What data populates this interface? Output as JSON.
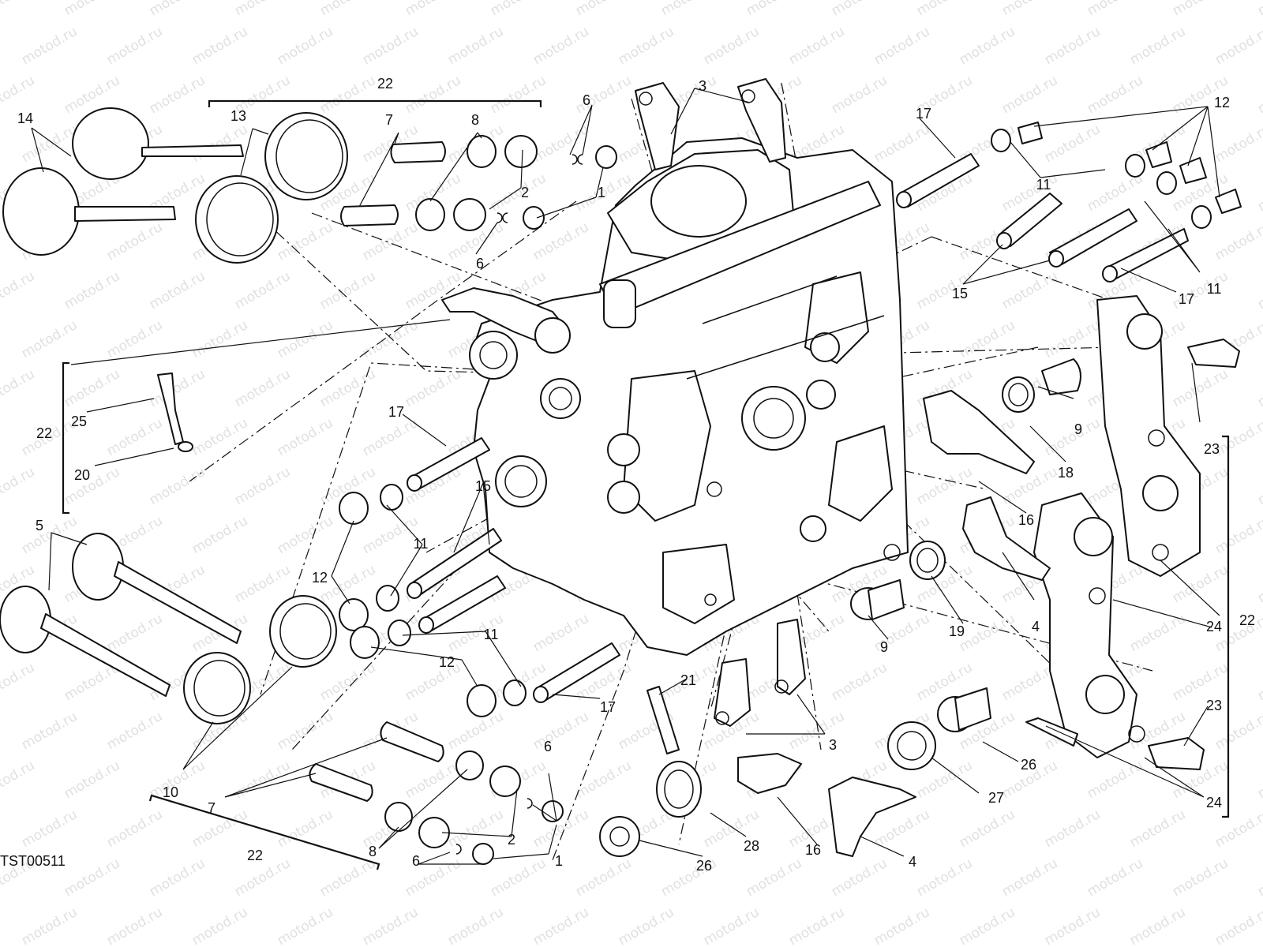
{
  "diagram": {
    "drawing_code": "TST00511",
    "watermark": "motod.ru",
    "callouts": [
      {
        "id": "c1",
        "label": "22"
      },
      {
        "id": "c2",
        "label": "14"
      },
      {
        "id": "c3",
        "label": "13"
      },
      {
        "id": "c4",
        "label": "7"
      },
      {
        "id": "c5",
        "label": "8"
      },
      {
        "id": "c6",
        "label": "6"
      },
      {
        "id": "c7",
        "label": "2"
      },
      {
        "id": "c8",
        "label": "1"
      },
      {
        "id": "c9",
        "label": "6"
      },
      {
        "id": "c10",
        "label": "3"
      },
      {
        "id": "c11",
        "label": "17"
      },
      {
        "id": "c12",
        "label": "12"
      },
      {
        "id": "c13",
        "label": "11"
      },
      {
        "id": "c14",
        "label": "15"
      },
      {
        "id": "c15",
        "label": "11"
      },
      {
        "id": "c16",
        "label": "17"
      },
      {
        "id": "c17",
        "label": "22"
      },
      {
        "id": "c18",
        "label": "25"
      },
      {
        "id": "c19",
        "label": "20"
      },
      {
        "id": "c20",
        "label": "17"
      },
      {
        "id": "c21",
        "label": "15"
      },
      {
        "id": "c22",
        "label": "9"
      },
      {
        "id": "c23",
        "label": "23"
      },
      {
        "id": "c24",
        "label": "18"
      },
      {
        "id": "c25",
        "label": "16"
      },
      {
        "id": "c26",
        "label": "5"
      },
      {
        "id": "c27",
        "label": "11"
      },
      {
        "id": "c28",
        "label": "12"
      },
      {
        "id": "c29",
        "label": "4"
      },
      {
        "id": "c30",
        "label": "24"
      },
      {
        "id": "c31",
        "label": "22"
      },
      {
        "id": "c32",
        "label": "19"
      },
      {
        "id": "c33",
        "label": "9"
      },
      {
        "id": "c34",
        "label": "11"
      },
      {
        "id": "c35",
        "label": "12"
      },
      {
        "id": "c36",
        "label": "17"
      },
      {
        "id": "c37",
        "label": "21"
      },
      {
        "id": "c38",
        "label": "3"
      },
      {
        "id": "c39",
        "label": "23"
      },
      {
        "id": "c40",
        "label": "10"
      },
      {
        "id": "c41",
        "label": "7"
      },
      {
        "id": "c42",
        "label": "26"
      },
      {
        "id": "c43",
        "label": "27"
      },
      {
        "id": "c44",
        "label": "24"
      },
      {
        "id": "c45",
        "label": "22"
      },
      {
        "id": "c46",
        "label": "8"
      },
      {
        "id": "c47",
        "label": "6"
      },
      {
        "id": "c48",
        "label": "2"
      },
      {
        "id": "c49",
        "label": "1"
      },
      {
        "id": "c50",
        "label": "6"
      },
      {
        "id": "c51",
        "label": "28"
      },
      {
        "id": "c52",
        "label": "16"
      },
      {
        "id": "c53",
        "label": "4"
      },
      {
        "id": "c54",
        "label": "26"
      }
    ]
  }
}
